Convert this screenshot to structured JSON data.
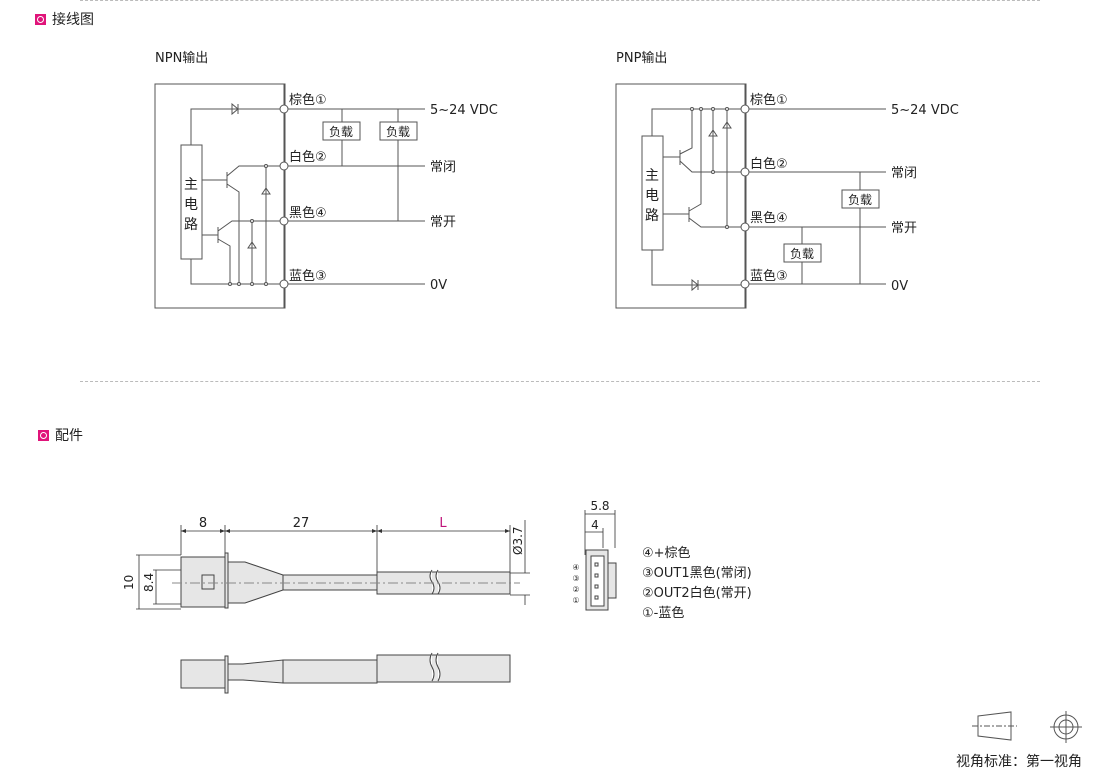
{
  "sections": {
    "wiring": {
      "title": "接线图"
    },
    "accessories": {
      "title": "配件"
    }
  },
  "npn": {
    "title": "NPN输出",
    "main_circuit": [
      "主",
      "电",
      "路"
    ],
    "wires": [
      "棕色①",
      "白色②",
      "黑色④",
      "蓝色③"
    ],
    "outputs": [
      "5~24 VDC",
      "常闭",
      "常开",
      "0V"
    ],
    "load": "负载"
  },
  "pnp": {
    "title": "PNP输出",
    "main_circuit": [
      "主",
      "电",
      "路"
    ],
    "wires": [
      "棕色①",
      "白色②",
      "黑色④",
      "蓝色③"
    ],
    "outputs": [
      "5~24 VDC",
      "常闭",
      "常开",
      "0V"
    ],
    "load": "负载"
  },
  "cable": {
    "dims": {
      "d8": "8",
      "d27": "27",
      "L": "L",
      "dia": "Ø3.7",
      "h10": "10",
      "h84": "8.4",
      "w58": "5.8",
      "w4": "4"
    },
    "pins": [
      "④",
      "③",
      "②",
      "①"
    ],
    "legend": [
      "④+棕色",
      "③OUT1黑色(常闭)",
      "②OUT2白色(常开)",
      "①-蓝色"
    ],
    "L_color": "#c0147a"
  },
  "projection": {
    "label": "视角标准：第一视角"
  }
}
